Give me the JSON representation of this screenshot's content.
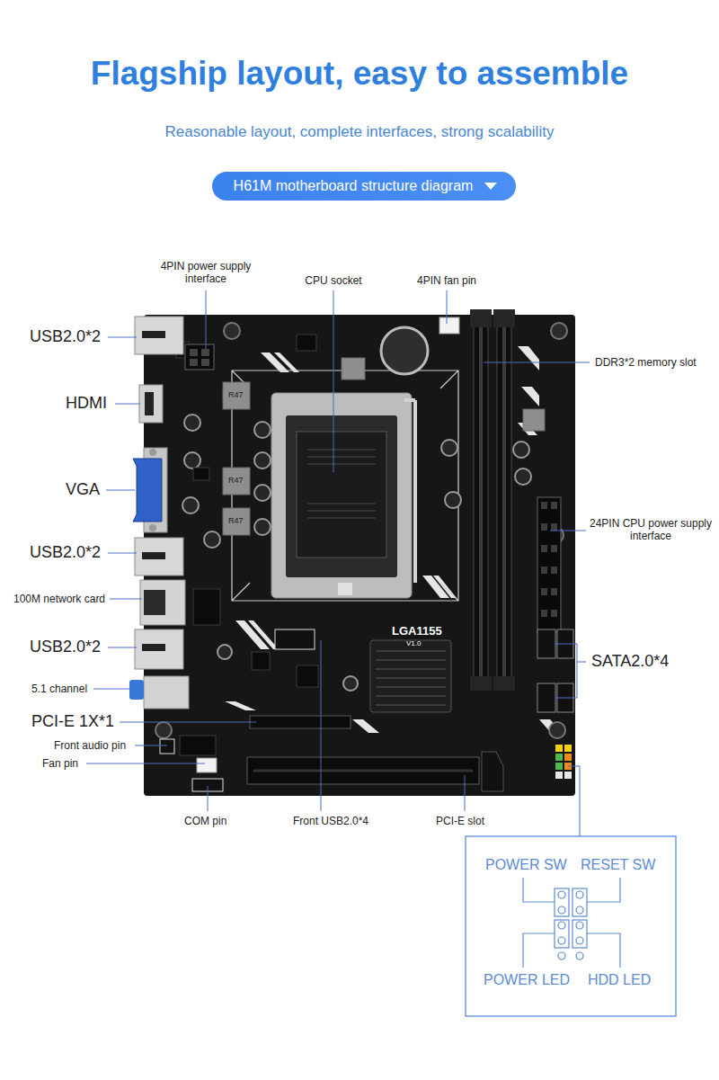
{
  "diagram": {
    "title": "Flagship layout, easy to assemble",
    "nodes": [
      {
        "text": [
          "H61M motherboard structure diagram"
        ]
      },
      {
        "text": [
          "POWER SW",
          "RESET SW",
          "POWER LED",
          "HDD LED"
        ]
      }
    ],
    "labels": [
      "Reasonable layout, complete interfaces, strong scalability",
      "4PIN power supply interface",
      "CPU socket",
      "4PIN fan pin",
      "USB2.0*2",
      "HDMI",
      "DDR3*2 memory slot",
      "VGA",
      "24PIN CPU power supply interface",
      "USB2.0*2",
      "100M network card",
      "USB2.0*2",
      "SATA2.0*4",
      "5.1 channel",
      "PCI-E 1X*1",
      "Front audio pin",
      "Fan pin",
      "COM pin",
      "Front USB2.0*4",
      "PCI-E slot",
      "LGA1155",
      "V1.0",
      "R47",
      "R47",
      "R47"
    ]
  }
}
